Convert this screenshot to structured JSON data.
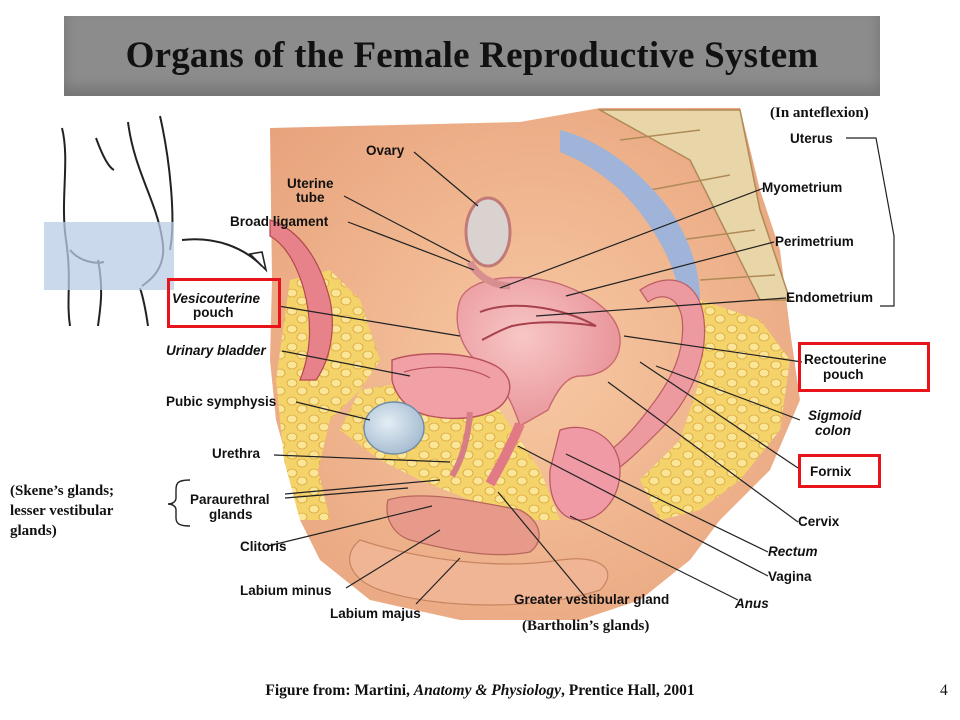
{
  "title": "Organs of the Female Reproductive System",
  "notes": {
    "anteflexion": "(In anteflexion)",
    "skenes_line1": "(Skene’s glands;",
    "skenes_line2": "lesser vestibular",
    "skenes_line3": "glands)",
    "bartholins": "(Bartholin’s glands)"
  },
  "labels": {
    "ovary": "Ovary",
    "uterine_tube_1": "Uterine",
    "uterine_tube_2": "tube",
    "broad_ligament": "Broad ligament",
    "vesicouterine_1": "Vesicouterine",
    "vesicouterine_2": "pouch",
    "urinary_bladder": "Urinary bladder",
    "pubic_symphysis": "Pubic symphysis",
    "urethra": "Urethra",
    "paraurethral_1": "Paraurethral",
    "paraurethral_2": "glands",
    "clitoris": "Clitoris",
    "labium_minus": "Labium minus",
    "labium_majus": "Labium majus",
    "greater_vestibular": "Greater vestibular gland",
    "anus": "Anus",
    "vagina": "Vagina",
    "rectum": "Rectum",
    "cervix": "Cervix",
    "fornix": "Fornix",
    "sigmoid_1": "Sigmoid",
    "sigmoid_2": "colon",
    "rectouterine_1": "Rectouterine",
    "rectouterine_2": "pouch",
    "uterus": "Uterus",
    "myometrium": "Myometrium",
    "perimetrium": "Perimetrium",
    "endometrium": "Endometrium"
  },
  "caption": {
    "prefix": "Figure from: Martini, ",
    "book": "Anatomy & Physiology",
    "suffix": ", Prentice Hall, 2001"
  },
  "page_number": "4",
  "colors": {
    "highlight": "#e8141c",
    "title_bar": "#8c8c8c"
  }
}
